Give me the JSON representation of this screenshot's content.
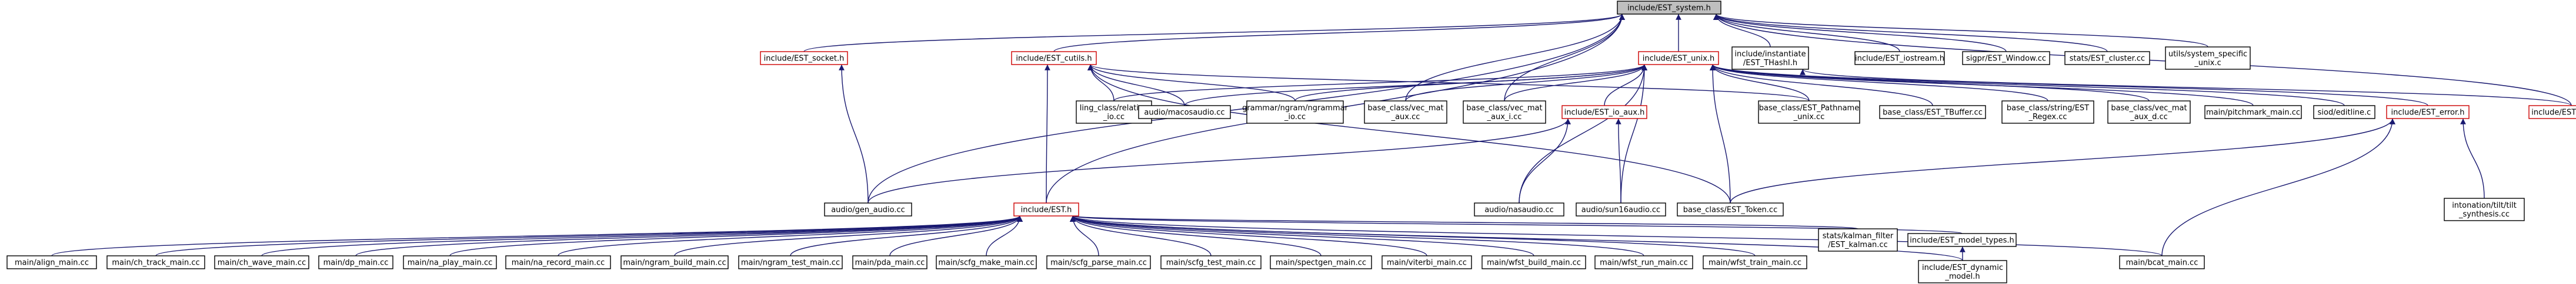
{
  "diagram": {
    "root": "include/EST_system.h",
    "nodes": {
      "root": {
        "lines": [
          "include/EST_system.h"
        ],
        "style": "root"
      },
      "socket": {
        "lines": [
          "include/EST_socket.h"
        ],
        "style": "red"
      },
      "cutils": {
        "lines": [
          "include/EST_cutils.h"
        ],
        "style": "red"
      },
      "unix": {
        "lines": [
          "include/EST_unix.h"
        ],
        "style": "red"
      },
      "thashinst": {
        "lines": [
          "include/instantiate",
          "/EST_THashI.h"
        ],
        "style": "normal"
      },
      "iostream": {
        "lines": [
          "include/EST_iostream.h"
        ],
        "style": "normal"
      },
      "window": {
        "lines": [
          "sigpr/EST_Window.cc"
        ],
        "style": "normal"
      },
      "cluster": {
        "lines": [
          "stats/EST_cluster.cc"
        ],
        "style": "normal"
      },
      "sysspec": {
        "lines": [
          "utils/system_specific",
          "_unix.c"
        ],
        "style": "normal"
      },
      "relation": {
        "lines": [
          "ling_class/relation",
          "_io.cc"
        ],
        "style": "normal"
      },
      "macosaudio": {
        "lines": [
          "audio/macosaudio.cc"
        ],
        "style": "normal"
      },
      "ngramio": {
        "lines": [
          "grammar/ngram/ngrammar",
          "_io.cc"
        ],
        "style": "normal"
      },
      "vecmataux": {
        "lines": [
          "base_class/vec_mat",
          "_aux.cc"
        ],
        "style": "normal"
      },
      "vecmatauxi": {
        "lines": [
          "base_class/vec_mat",
          "_aux_i.cc"
        ],
        "style": "normal"
      },
      "ioaux": {
        "lines": [
          "include/EST_io_aux.h"
        ],
        "style": "red"
      },
      "pathname": {
        "lines": [
          "base_class/EST_Pathname",
          "_unix.cc"
        ],
        "style": "normal"
      },
      "tbuffer": {
        "lines": [
          "base_class/EST_TBuffer.cc"
        ],
        "style": "normal"
      },
      "fregex": {
        "lines": [
          "base_class/string/EST",
          "_Regex.cc"
        ],
        "style": "normal"
      },
      "vecmatauxd": {
        "lines": [
          "base_class/vec_mat",
          "_aux_d.cc"
        ],
        "style": "normal"
      },
      "pitchmark": {
        "lines": [
          "main/pitchmark_main.cc"
        ],
        "style": "normal"
      },
      "siod": {
        "lines": [
          "siod/editline.c"
        ],
        "style": "normal"
      },
      "error": {
        "lines": [
          "include/EST_error.h"
        ],
        "style": "red"
      },
      "thash": {
        "lines": [
          "include/EST_THash.h"
        ],
        "style": "red"
      },
      "genaudio": {
        "lines": [
          "audio/gen_audio.cc"
        ],
        "style": "normal"
      },
      "est": {
        "lines": [
          "include/EST.h"
        ],
        "style": "red"
      },
      "nasaudio": {
        "lines": [
          "audio/nasaudio.cc"
        ],
        "style": "normal"
      },
      "sunaudio": {
        "lines": [
          "audio/sun16audio.cc"
        ],
        "style": "normal"
      },
      "token": {
        "lines": [
          "base_class/EST_Token.cc"
        ],
        "style": "normal"
      },
      "tilt": {
        "lines": [
          "intonation/tilt/tilt",
          "_synthesis.cc"
        ],
        "style": "normal"
      },
      "align": {
        "lines": [
          "main/align_main.cc"
        ],
        "style": "normal"
      },
      "chtrack": {
        "lines": [
          "main/ch_track_main.cc"
        ],
        "style": "normal"
      },
      "chwave": {
        "lines": [
          "main/ch_wave_main.cc"
        ],
        "style": "normal"
      },
      "dp": {
        "lines": [
          "main/dp_main.cc"
        ],
        "style": "normal"
      },
      "naplay": {
        "lines": [
          "main/na_play_main.cc"
        ],
        "style": "normal"
      },
      "narecord": {
        "lines": [
          "main/na_record_main.cc"
        ],
        "style": "normal"
      },
      "ngrambuild": {
        "lines": [
          "main/ngram_build_main.cc"
        ],
        "style": "normal"
      },
      "ngramtest": {
        "lines": [
          "main/ngram_test_main.cc"
        ],
        "style": "normal"
      },
      "pda": {
        "lines": [
          "main/pda_main.cc"
        ],
        "style": "normal"
      },
      "scfgmake": {
        "lines": [
          "main/scfg_make_main.cc"
        ],
        "style": "normal"
      },
      "scfgparse": {
        "lines": [
          "main/scfg_parse_main.cc"
        ],
        "style": "normal"
      },
      "scfgtest": {
        "lines": [
          "main/scfg_test_main.cc"
        ],
        "style": "normal"
      },
      "spectgen": {
        "lines": [
          "main/spectgen_main.cc"
        ],
        "style": "normal"
      },
      "viterbi": {
        "lines": [
          "main/viterbi_main.cc"
        ],
        "style": "normal"
      },
      "wfstbuild": {
        "lines": [
          "main/wfst_build_main.cc"
        ],
        "style": "normal"
      },
      "wfstrun": {
        "lines": [
          "main/wfst_run_main.cc"
        ],
        "style": "normal"
      },
      "wfsttrain": {
        "lines": [
          "main/wfst_train_main.cc"
        ],
        "style": "normal"
      },
      "kalman": {
        "lines": [
          "stats/kalman_filter",
          "/EST_kalman.cc"
        ],
        "style": "normal"
      },
      "modeltypes": {
        "lines": [
          "include/EST_model_types.h"
        ],
        "style": "normal"
      },
      "bcat": {
        "lines": [
          "main/bcat_main.cc"
        ],
        "style": "normal"
      },
      "dynmodel": {
        "lines": [
          "include/EST_dynamic",
          "_model.h"
        ],
        "style": "normal"
      }
    },
    "edges": [
      [
        "socket",
        "root"
      ],
      [
        "cutils",
        "root"
      ],
      [
        "unix",
        "root"
      ],
      [
        "thashinst",
        "root"
      ],
      [
        "iostream",
        "root"
      ],
      [
        "window",
        "root"
      ],
      [
        "cluster",
        "root"
      ],
      [
        "sysspec",
        "root"
      ],
      [
        "thash",
        "root"
      ],
      [
        "genaudio",
        "root"
      ],
      [
        "est",
        "root"
      ],
      [
        "vecmataux",
        "root"
      ],
      [
        "vecmatauxi",
        "root"
      ],
      [
        "genaudio",
        "socket"
      ],
      [
        "relation",
        "cutils"
      ],
      [
        "macosaudio",
        "cutils"
      ],
      [
        "ngramio",
        "cutils"
      ],
      [
        "est",
        "cutils"
      ],
      [
        "token",
        "cutils"
      ],
      [
        "pathname",
        "cutils"
      ],
      [
        "relation",
        "unix"
      ],
      [
        "macosaudio",
        "unix"
      ],
      [
        "ngramio",
        "unix"
      ],
      [
        "vecmataux",
        "unix"
      ],
      [
        "vecmatauxi",
        "unix"
      ],
      [
        "ioaux",
        "unix"
      ],
      [
        "pathname",
        "unix"
      ],
      [
        "tbuffer",
        "unix"
      ],
      [
        "fregex",
        "unix"
      ],
      [
        "vecmatauxd",
        "unix"
      ],
      [
        "pitchmark",
        "unix"
      ],
      [
        "siod",
        "unix"
      ],
      [
        "error",
        "unix"
      ],
      [
        "token",
        "unix"
      ],
      [
        "nasaudio",
        "unix"
      ],
      [
        "sunaudio",
        "unix"
      ],
      [
        "thash",
        "thashinst"
      ],
      [
        "genaudio",
        "ioaux"
      ],
      [
        "nasaudio",
        "ioaux"
      ],
      [
        "sunaudio",
        "ioaux"
      ],
      [
        "token",
        "error"
      ],
      [
        "tilt",
        "error"
      ],
      [
        "bcat",
        "error"
      ],
      [
        "align",
        "est"
      ],
      [
        "chtrack",
        "est"
      ],
      [
        "chwave",
        "est"
      ],
      [
        "dp",
        "est"
      ],
      [
        "naplay",
        "est"
      ],
      [
        "narecord",
        "est"
      ],
      [
        "ngrambuild",
        "est"
      ],
      [
        "ngramtest",
        "est"
      ],
      [
        "pda",
        "est"
      ],
      [
        "scfgmake",
        "est"
      ],
      [
        "scfgparse",
        "est"
      ],
      [
        "scfgtest",
        "est"
      ],
      [
        "spectgen",
        "est"
      ],
      [
        "viterbi",
        "est"
      ],
      [
        "wfstbuild",
        "est"
      ],
      [
        "wfstrun",
        "est"
      ],
      [
        "wfsttrain",
        "est"
      ],
      [
        "kalman",
        "est"
      ],
      [
        "modeltypes",
        "est"
      ],
      [
        "bcat",
        "est"
      ],
      [
        "dynmodel",
        "est"
      ],
      [
        "dynmodel",
        "modeltypes"
      ]
    ]
  }
}
